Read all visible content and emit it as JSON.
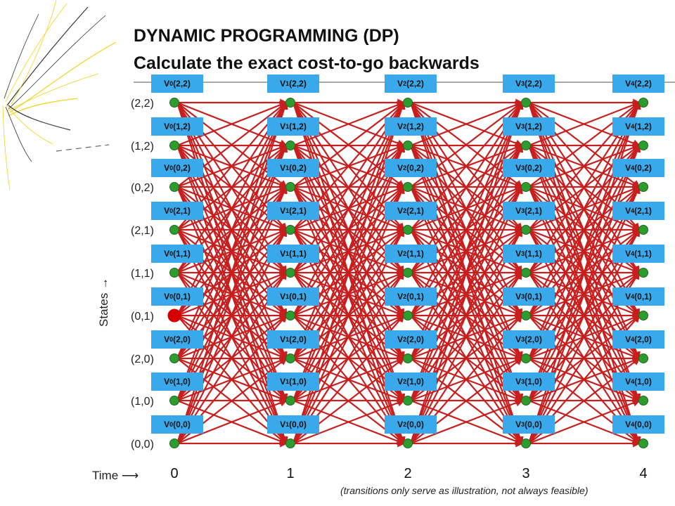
{
  "title": {
    "line1": "DYNAMIC PROGRAMMING (DP)",
    "line2": "Calculate the exact cost-to-go backwards"
  },
  "states": [
    "(2,2)",
    "(1,2)",
    "(0,2)",
    "(2,1)",
    "(1,1)",
    "(0,1)",
    "(2,0)",
    "(1,0)",
    "(0,0)"
  ],
  "times": [
    "0",
    "1",
    "2",
    "3",
    "4"
  ],
  "states_axis_label": "States →",
  "time_axis_label": "Time ⟶",
  "footnote": "(transitions only serve as illustration, not always feasible)",
  "value_label_prefix": "V",
  "colors": {
    "edge": "#c81e1e",
    "node_fill": "#2e9b2e",
    "node_stroke": "#1e6a1e",
    "value_box": "#39a9ec",
    "highlight_node": "#d40000",
    "decor_yellow": "#f2d21b",
    "decor_dark": "#333333"
  },
  "highlighted_node": {
    "time": "0",
    "state": "(0,1)"
  }
}
